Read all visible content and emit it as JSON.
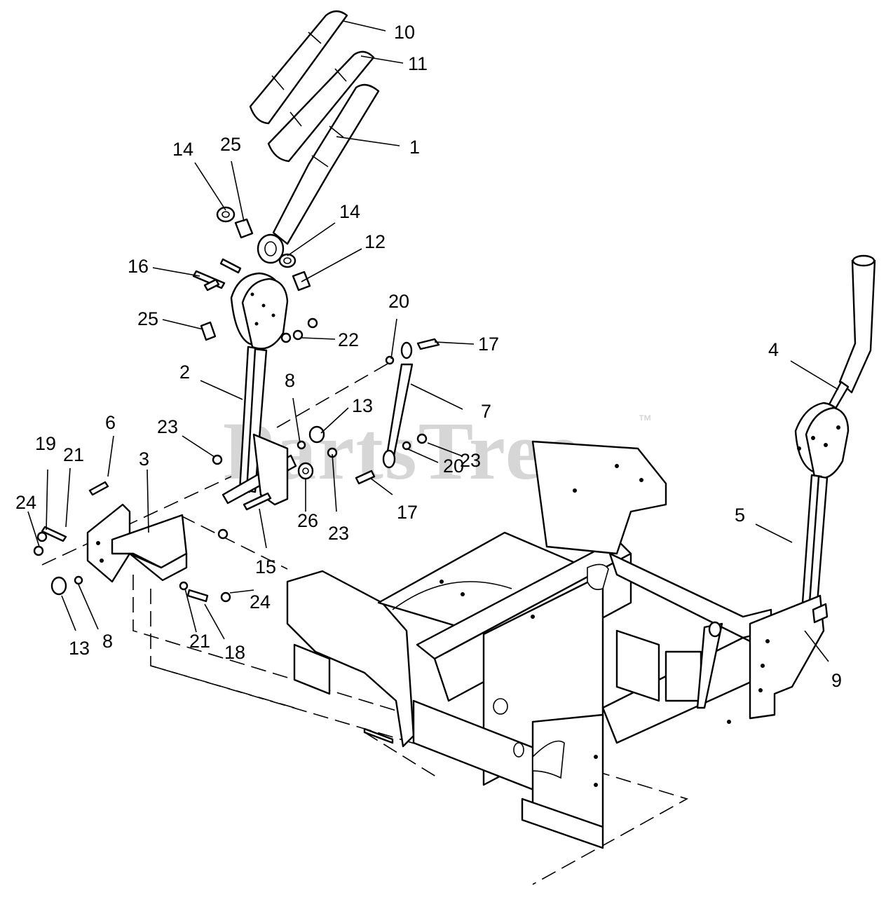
{
  "watermark": {
    "text": "PartsTree",
    "trademark": "™"
  },
  "callouts": [
    "10",
    "11",
    "1",
    "14",
    "25",
    "14",
    "12",
    "16",
    "25",
    "22",
    "20",
    "17",
    "4",
    "2",
    "8",
    "13",
    "7",
    "23",
    "23",
    "6",
    "19",
    "21",
    "3",
    "24",
    "26",
    "23",
    "20",
    "17",
    "5",
    "15",
    "24",
    "13",
    "8",
    "21",
    "18",
    "9"
  ]
}
